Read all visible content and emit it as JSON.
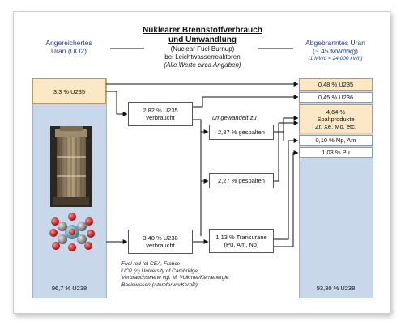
{
  "title": {
    "main_line1": "Nuklearer Brennstoffverbrauch",
    "main_line2": "und Umwandlung",
    "sub_line1": "(Nuclear Fuel Burnup)",
    "sub_line2": "bei Leichtwasserreaktoren",
    "sub_line3": "(Alle Werte circa Angaben)"
  },
  "left_header": {
    "line1": "Angereichertes",
    "line2": "Uran (UO2)"
  },
  "right_header": {
    "line1": "Abgebranntes Uran",
    "line2": "(~ 45 MWd/kg)",
    "note": "(1 MWd = 24.000 kWh)"
  },
  "left_column": {
    "u235": "3,3 % U235",
    "u238": "96,7 % U238"
  },
  "middle": {
    "u235_used_1": "2,82 % U235",
    "u235_used_2": "verbraucht",
    "u238_used_1": "3,40 % U238",
    "u238_used_2": "verbraucht",
    "converted_label": "umgewandelt zu",
    "fission_1": "2,37 % gespalten",
    "fission_2": "2,27 % gespalten",
    "transuranic_1": "1,13 % Transurane",
    "transuranic_2": "(Pu, Am, Np)"
  },
  "right_column": {
    "u235": "0,48 % U235",
    "u236": "0,45 % U236",
    "fp_1": "4,64 %",
    "fp_2": "Spaltprodukte",
    "fp_3": "Zr, Xe, Mo, etc.",
    "np_am": "0,10 % Np, Am",
    "pu": "1,03 % Pu",
    "u238": "93,30 % U238"
  },
  "credits": {
    "line1": "Fuel rod (c) CEA, France",
    "line2": "UO2 (c) University of Cambridge",
    "line3": "Verbrauchswerte vgl. M. Volkmer/Kernenergie",
    "line4": "Basiswissen (Atomforum/KernD)"
  }
}
